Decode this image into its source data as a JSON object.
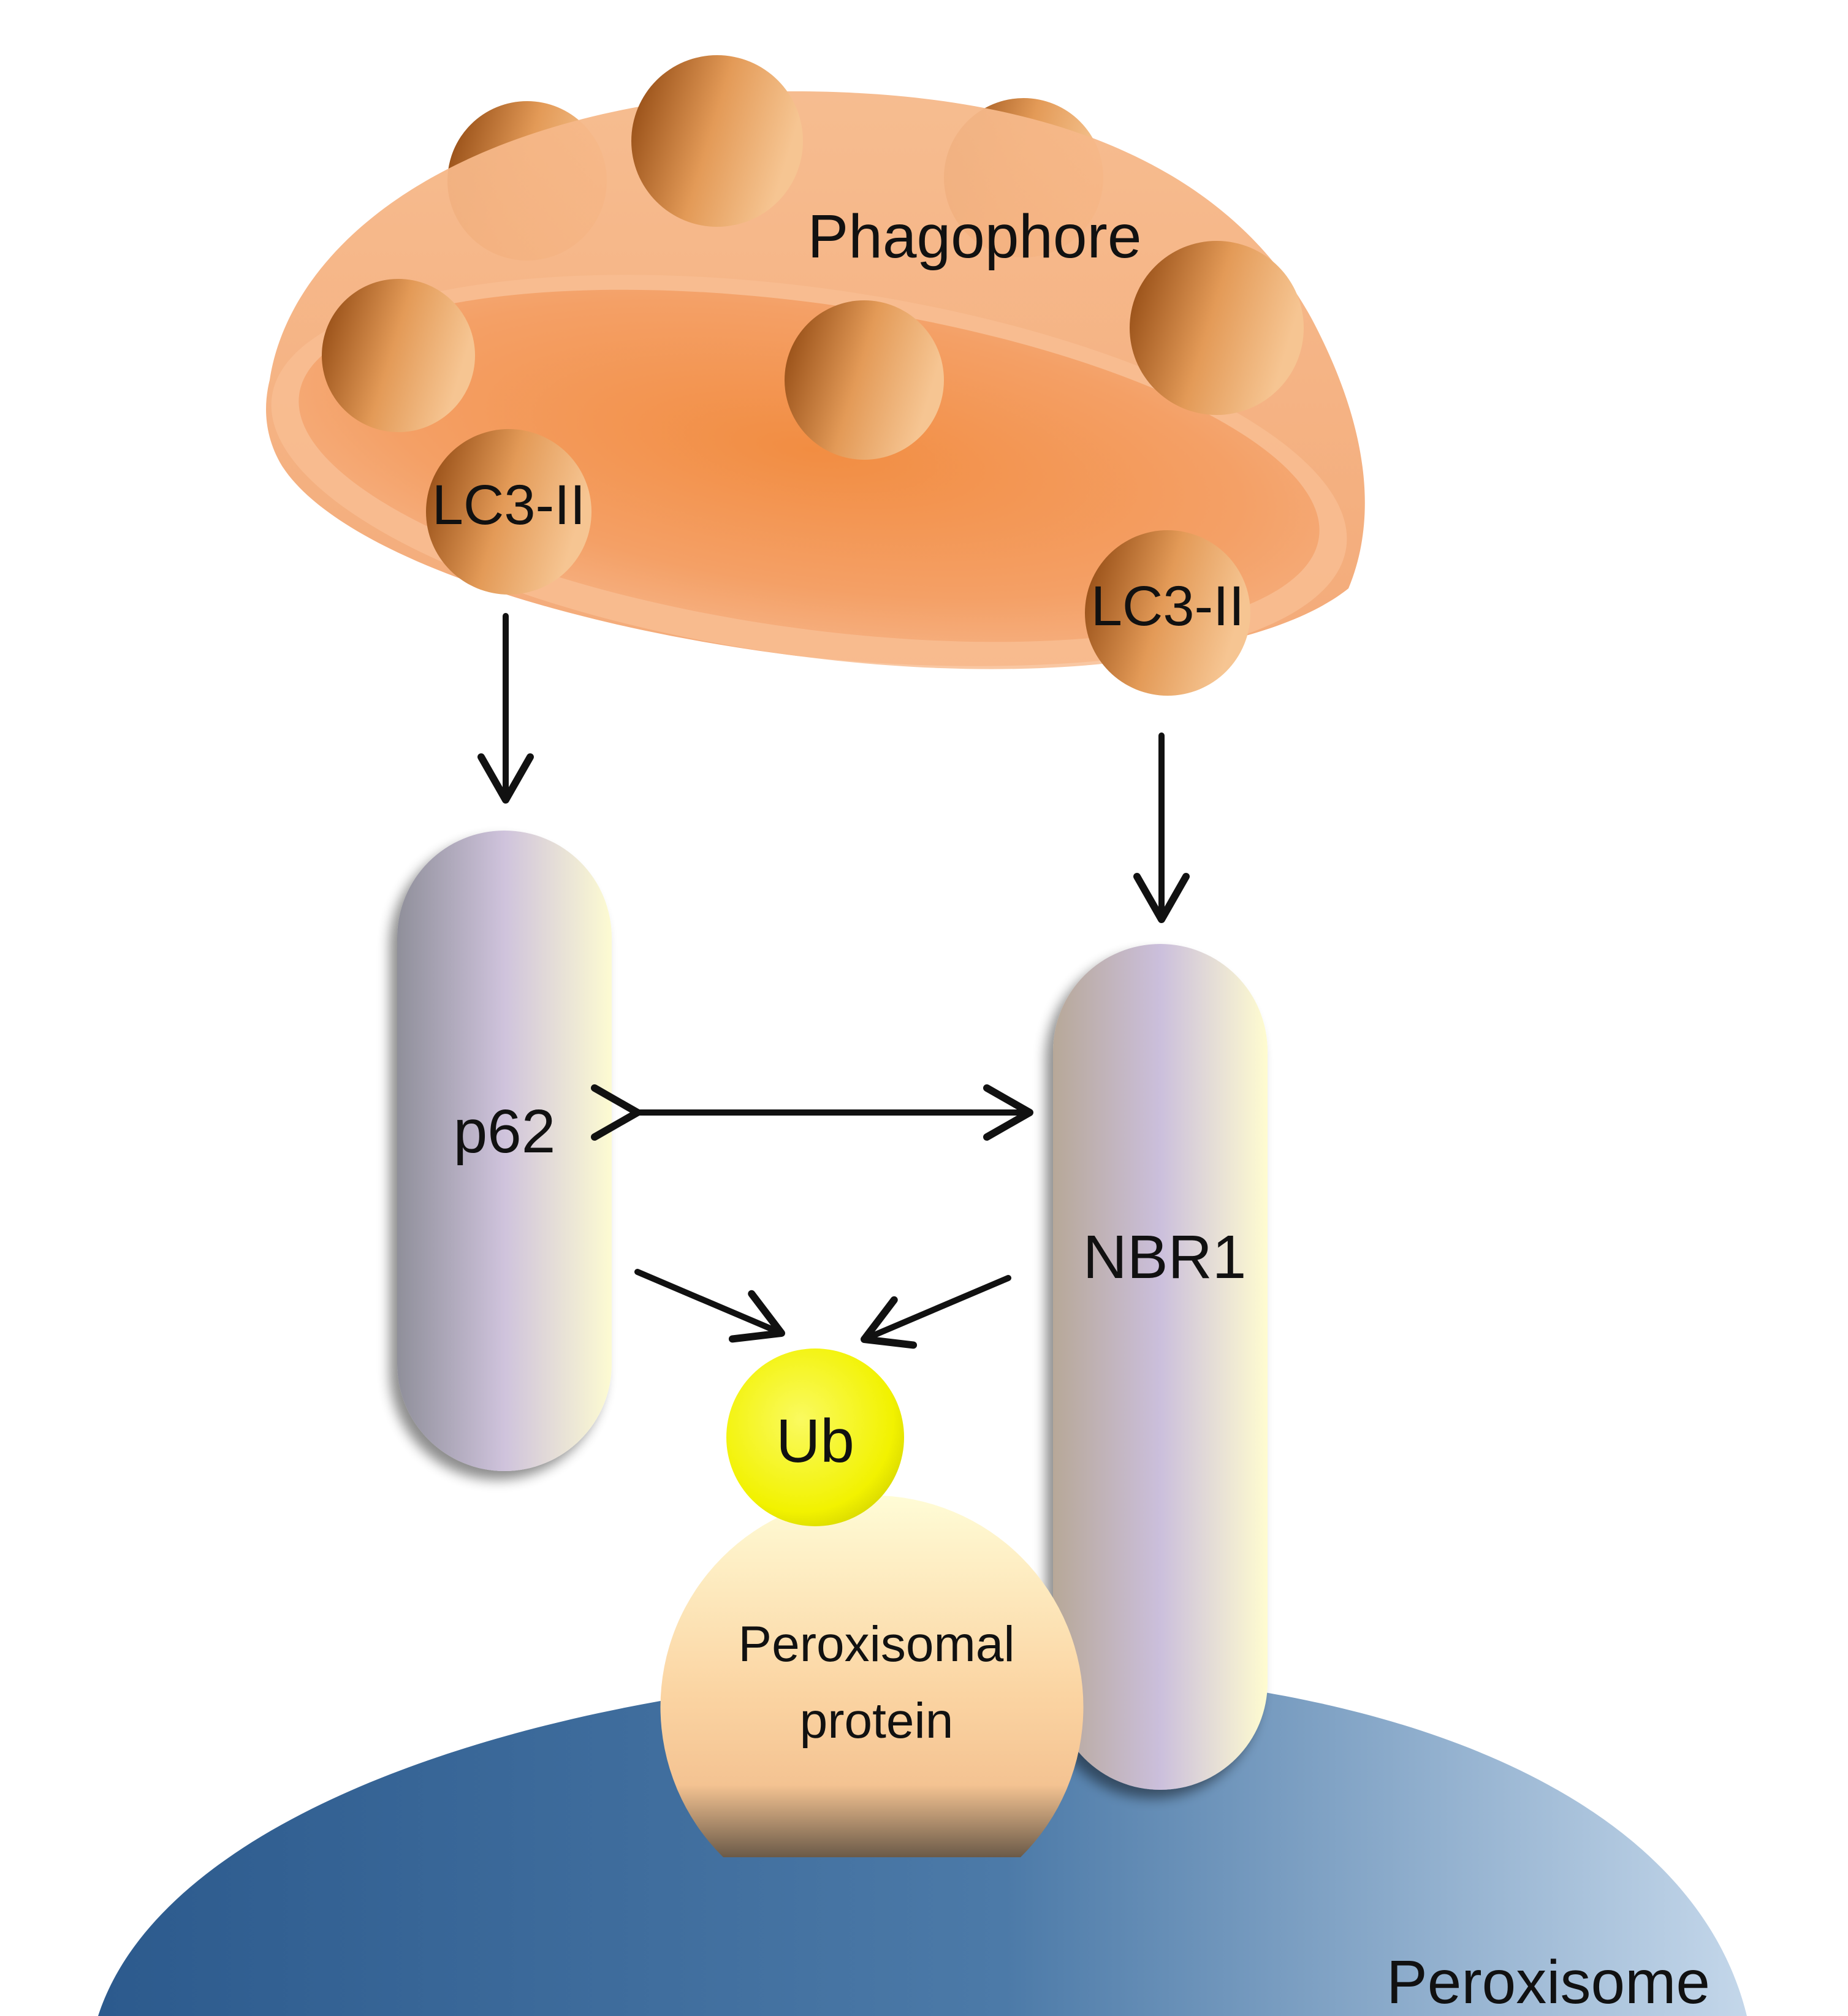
{
  "labels": {
    "phagophore": "Phagophore",
    "lc3_left": "LC3-II",
    "lc3_right": "LC3-II",
    "p62": "p62",
    "nbr1": "NBR1",
    "ub": "Ub",
    "peroxisomal_protein_line1": "Peroxisomal",
    "peroxisomal_protein_line2": "protein",
    "peroxisome": "Peroxisome"
  },
  "colors": {
    "phagophore": "#f5a66b",
    "lc3_bead": "#b8651f",
    "adaptor_receptor": "#c9c1d8",
    "ubiquitin": "#f2f200",
    "peroxisomal_protein": "#fbd3a0",
    "peroxisome": "#3a6496",
    "arrow": "#111111"
  }
}
